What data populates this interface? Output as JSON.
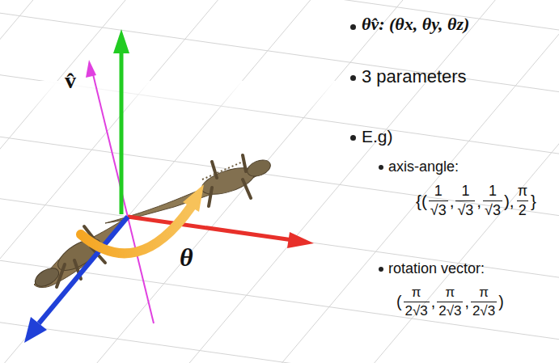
{
  "diagram": {
    "labels": [
      "v̂",
      "θ",
      "θv̂: (θx, θy, θz)",
      "3 parameters",
      "E.g)",
      "axis-angle:",
      "{(",
      "1",
      "√3",
      ",",
      "1",
      "√3",
      ",",
      "1",
      "√3",
      "),",
      "π",
      "2",
      "}",
      "rotation vector:",
      "(",
      "π",
      "2√3",
      ",",
      "π",
      "2√3",
      ",",
      "π",
      "2√3",
      ")"
    ]
  }
}
